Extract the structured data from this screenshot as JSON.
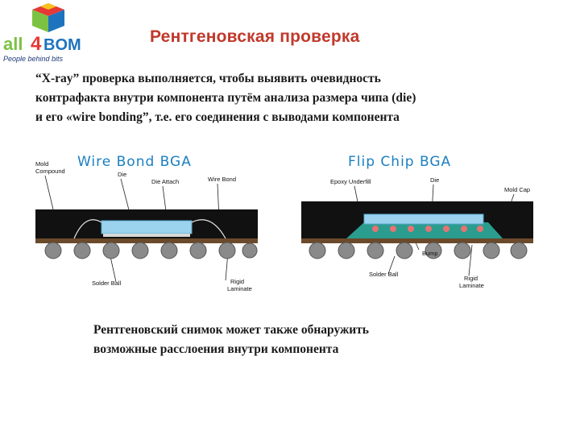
{
  "slide": {
    "title": "Рентгеновская проверка",
    "intro_lines": [
      "“X-ray” проверка выполняется, чтобы выявить очевидность",
      "контрафакта внутри компонента путём анализа размера чипа (die)",
      " и его «wire bonding”,  т.е. его соединения с выводами компонента"
    ],
    "caption_lines": [
      "Рентгеновский снимок может также обнаружить",
      " возможные расслоения внутри компонента"
    ]
  },
  "logo": {
    "brand_left": "all",
    "brand_mid": "4",
    "brand_right": "BOM",
    "tagline": "People behind bits",
    "colors": {
      "green": "#7cc242",
      "red": "#e53935",
      "blue": "#1e73be",
      "yellow": "#f6c21c"
    }
  },
  "wire_bond": {
    "title": "Wire Bond BGA",
    "labels": {
      "mold_compound": "Mold Compound",
      "die": "Die",
      "die_attach": "Die Attach",
      "wire_bond": "Wire Bond",
      "solder_ball": "Solder Ball",
      "rigid_laminate": "Rigid Laminate"
    }
  },
  "flip_chip": {
    "title": "Flip Chip BGA",
    "labels": {
      "epoxy_underfill": "Epoxy Underfill",
      "die": "Die",
      "mold_cap": "Mold Cap",
      "bump": "Bump",
      "solder_ball": "Solder Ball",
      "rigid_laminate": "Rigid Laminate"
    }
  },
  "colors": {
    "title": "#c0392b",
    "diagram_title": "#1a7fc0",
    "mold": "#111111",
    "die": "#9bd3ee",
    "underfill": "#2a9d8f",
    "laminate": "#6b4a2b"
  }
}
